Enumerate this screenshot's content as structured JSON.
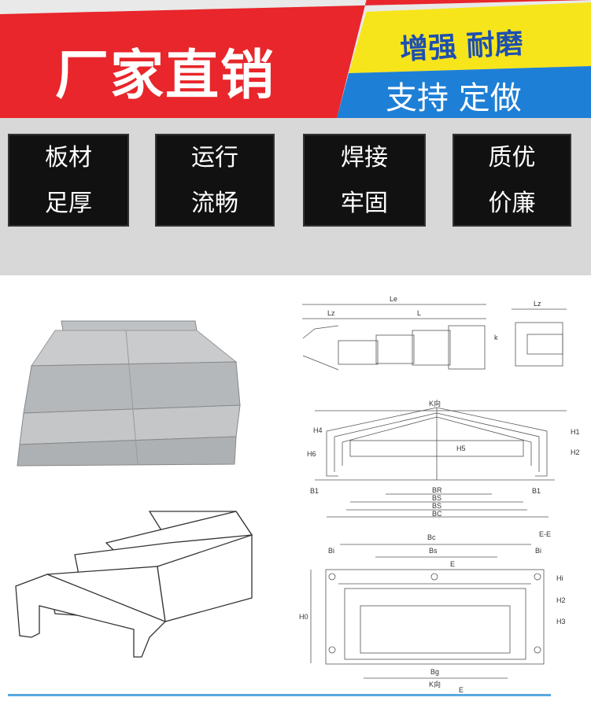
{
  "banner": {
    "title": "厂家直销",
    "slogan_top": "增强 耐磨",
    "slogan_bottom": "支持  定做"
  },
  "features": [
    {
      "line1": "板材",
      "line2": "足厚"
    },
    {
      "line1": "运行",
      "line2": "流畅"
    },
    {
      "line1": "焊接",
      "line2": "牢固"
    },
    {
      "line1": "质优",
      "line2": "价廉"
    }
  ],
  "diagrams": {
    "side_view": {
      "le": "Le",
      "lz": "Lz",
      "l": "L",
      "k": "k",
      "lz2": "Lz"
    },
    "k_view": {
      "title": "K向",
      "h4": "H4",
      "h6": "H6",
      "h5": "H5",
      "h1": "H1",
      "h2": "H2",
      "b1_left": "B1",
      "b1_right": "B1",
      "br": "BR",
      "bs1": "BS",
      "bs2": "BS",
      "bc": "BC"
    },
    "section_view": {
      "bc": "Bc",
      "ee": "E-E",
      "bi_left": "Bi",
      "bi_right": "Bi",
      "bs": "Bs",
      "e_top": "E",
      "hi": "Hi",
      "h0": "H0",
      "h2": "H2",
      "h3": "H3",
      "bg": "Bg",
      "k": "K向",
      "e_bottom": "E"
    }
  },
  "colors": {
    "red": "#e8262b",
    "yellow": "#f7e51c",
    "blue": "#1e7fd6",
    "gray": "#d8d8d8"
  }
}
